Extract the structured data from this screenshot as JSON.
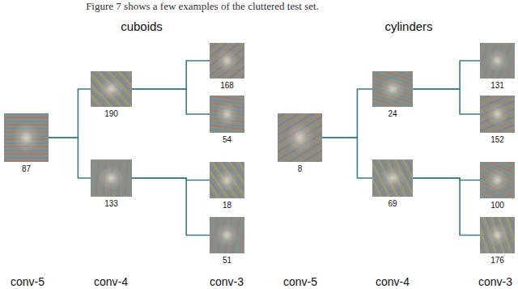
{
  "diagram": {
    "nodes": [
      {
        "text": [
          "87"
        ]
      },
      {
        "text": [
          "190"
        ]
      },
      {
        "text": [
          "133"
        ]
      },
      {
        "text": [
          "168"
        ]
      },
      {
        "text": [
          "54"
        ]
      },
      {
        "text": [
          "18"
        ]
      },
      {
        "text": [
          "51"
        ]
      },
      {
        "text": [
          "8"
        ]
      },
      {
        "text": [
          "24"
        ]
      },
      {
        "text": [
          "69"
        ]
      },
      {
        "text": [
          "131"
        ]
      },
      {
        "text": [
          "152"
        ]
      },
      {
        "text": [
          "100"
        ]
      },
      {
        "text": [
          "176"
        ]
      }
    ],
    "edges": [
      {
        "from": 0,
        "to": 1,
        "arrow": "none"
      },
      {
        "from": 0,
        "to": 2,
        "arrow": "none"
      },
      {
        "from": 1,
        "to": 3,
        "arrow": "none"
      },
      {
        "from": 1,
        "to": 4,
        "arrow": "none"
      },
      {
        "from": 2,
        "to": 5,
        "arrow": "none"
      },
      {
        "from": 2,
        "to": 6,
        "arrow": "none"
      },
      {
        "from": 7,
        "to": 8,
        "arrow": "none"
      },
      {
        "from": 7,
        "to": 9,
        "arrow": "none"
      },
      {
        "from": 8,
        "to": 10,
        "arrow": "none"
      },
      {
        "from": 8,
        "to": 11,
        "arrow": "none"
      },
      {
        "from": 9,
        "to": 12,
        "arrow": "none"
      },
      {
        "from": 9,
        "to": 13,
        "arrow": "none"
      }
    ],
    "labels": [
      "Figure 7 shows a few examples of the cluttered test set.",
      "cuboids",
      "cylinders",
      "conv-5",
      "conv-4",
      "conv-3",
      "conv-5",
      "conv-4",
      "conv-3"
    ]
  }
}
